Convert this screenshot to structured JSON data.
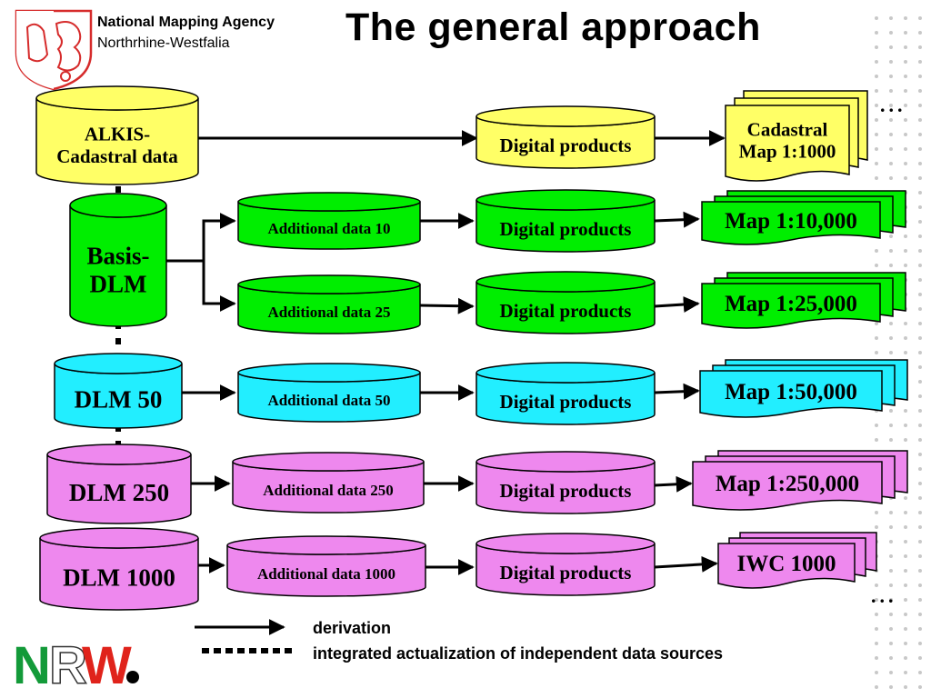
{
  "header": {
    "agency_name": "National Mapping Agency",
    "agency_region": "Northrhine-Westfalia",
    "title": "The general approach"
  },
  "logo": {
    "n": "N",
    "r": "R",
    "w": "W"
  },
  "colors": {
    "yellow": "#ffff66",
    "green": "#00ee00",
    "cyan": "#22eeff",
    "pink": "#ee88ee",
    "logo_green": "#139a39",
    "logo_red": "#e0231b",
    "crest_red": "#d62b2b"
  },
  "diagram": {
    "rows": [
      {
        "source": [
          "ALKIS-",
          "Cadastral data"
        ],
        "additional": "",
        "product": "Digital products",
        "map": [
          "Cadastral",
          "Map 1:1000"
        ],
        "color": "yellow"
      },
      {
        "source": [
          "Basis-",
          "DLM"
        ],
        "additional": "Additional data 10",
        "product": "Digital products",
        "map": [
          "Map 1:10,000"
        ],
        "color": "green"
      },
      {
        "source": [],
        "additional": "Additional data 25",
        "product": "Digital products",
        "map": [
          "Map 1:25,000"
        ],
        "color": "green"
      },
      {
        "source": [
          "DLM 50"
        ],
        "additional": "Additional data 50",
        "product": "Digital products",
        "map": [
          "Map 1:50,000"
        ],
        "color": "cyan"
      },
      {
        "source": [
          "DLM 250"
        ],
        "additional": "Additional data 250",
        "product": "Digital products",
        "map": [
          "Map 1:250,000"
        ],
        "color": "pink"
      },
      {
        "source": [
          "DLM 1000"
        ],
        "additional": "Additional data 1000",
        "product": "Digital products",
        "map": [
          "IWC 1000"
        ],
        "color": "pink"
      }
    ],
    "ellipsis": "...",
    "connections": {
      "derivation": "solid-arrow",
      "integration": "dashed-vertical"
    }
  },
  "legend": {
    "derivation": "derivation",
    "integrated": "integrated actualization of independent data sources"
  }
}
